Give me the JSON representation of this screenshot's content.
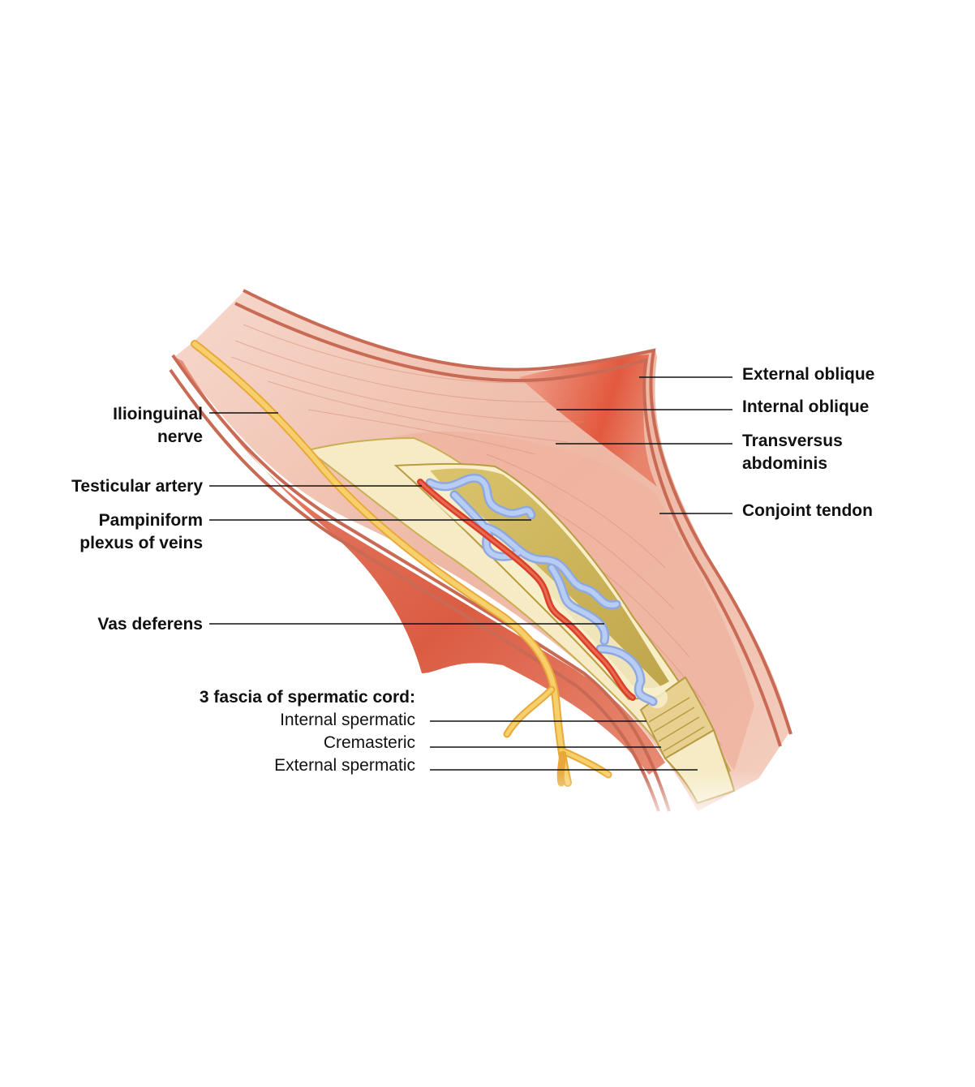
{
  "colors": {
    "outer_muscle": "#e3907c",
    "outer_muscle_edge": "#c96a55",
    "deep_muscle": "#e25a3f",
    "muscle_light": "#f2c4b3",
    "tendon": "#f0b8a6",
    "fascia": "#f7edc6",
    "fascia_dark": "#cdb35a",
    "fascia_edge": "#b9a046",
    "nerve": "#f4c35a",
    "artery": "#e0513a",
    "veins": "#a9c3ee",
    "leader_line": "#111111"
  },
  "labels": {
    "ilioinguinal": [
      "Ilioinguinal",
      "nerve"
    ],
    "testicular_artery": "Testicular artery",
    "pampiniform": [
      "Pampiniform",
      "plexus of veins"
    ],
    "vas_deferens": "Vas deferens",
    "fascia_heading": "3 fascia of spermatic cord:",
    "internal_spermatic": "Internal spermatic",
    "cremasteric": "Cremasteric",
    "external_spermatic": "External spermatic",
    "external_oblique": "External oblique",
    "internal_oblique": "Internal oblique",
    "transversus": [
      "Transversus",
      "abdominis"
    ],
    "conjoint_tendon": "Conjoint tendon"
  }
}
